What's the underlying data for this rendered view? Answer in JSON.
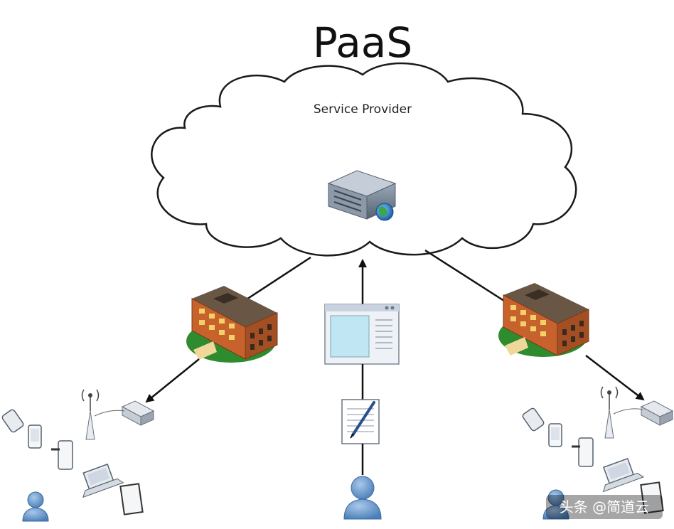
{
  "diagram": {
    "title": "PaaS",
    "cloud_label": "Service Provider",
    "watermark": "头条 @简道云"
  },
  "colors": {
    "cloud_fill": "#ffffff",
    "cloud_stroke": "#1a1a1a",
    "arrow": "#111111",
    "server_body": "#6f7f92",
    "server_front": "#b7c3cf",
    "building_roof": "#5b4a3a",
    "building_wall": "#c8622c",
    "building_window": "#f2d16b",
    "lawn": "#2e8b2e",
    "window_frame": "#c9d3e0",
    "window_screen": "#bfe6f2",
    "user_blue": "#5f94c9",
    "watermark_bg": "#000000"
  },
  "icons": {
    "server": "server-globe-icon",
    "building_left": "office-building-icon",
    "building_right": "office-building-icon",
    "app_window": "application-window-icon",
    "document": "document-pen-icon",
    "user_center": "user-icon",
    "router": "router-icon",
    "antenna": "wireless-antenna-icon",
    "devices": "mobile-devices-icon"
  }
}
